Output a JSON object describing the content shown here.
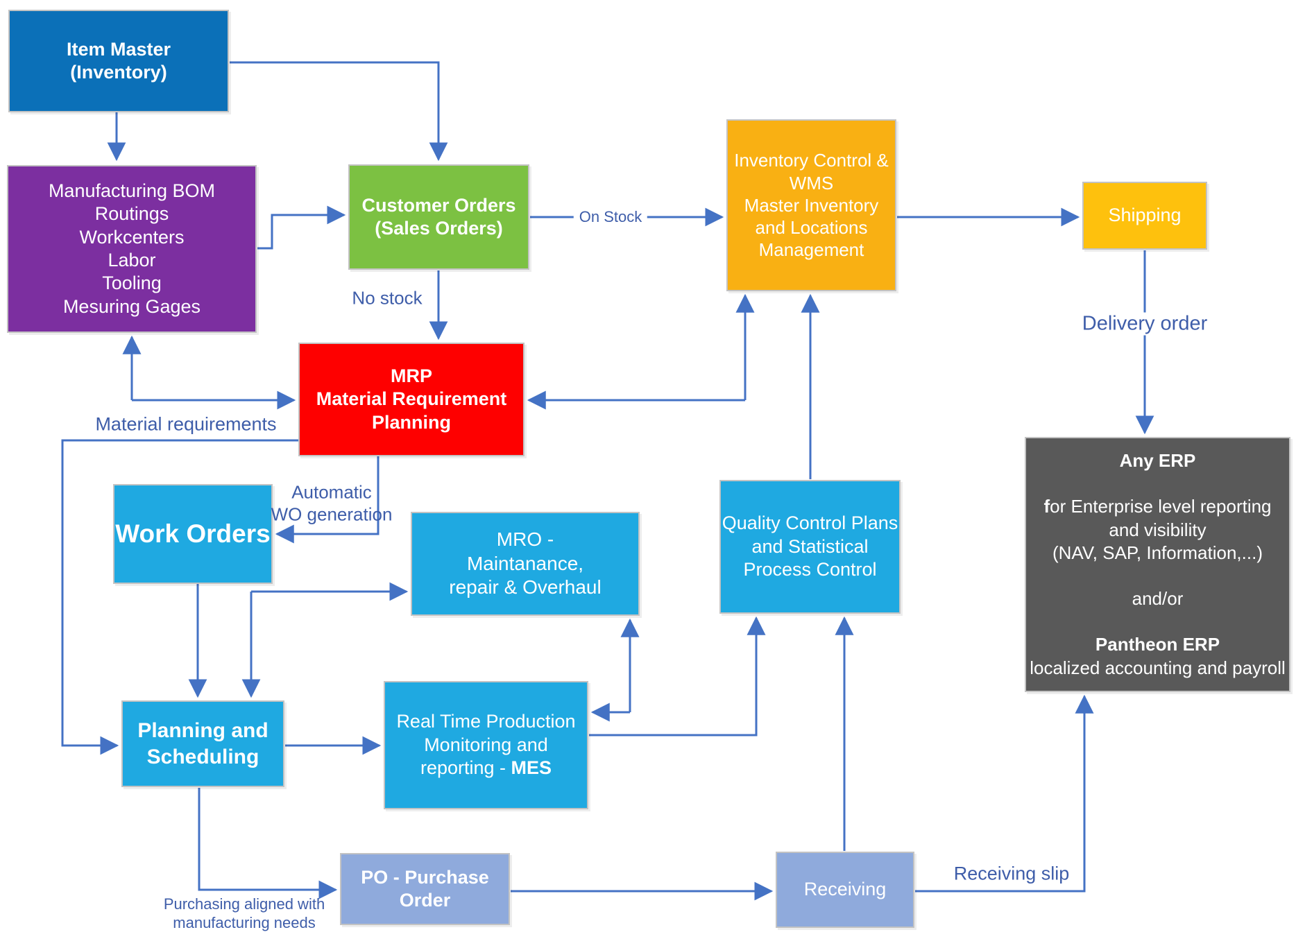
{
  "diagram": {
    "nodes": {
      "item_master": {
        "lines": [
          "Item Master",
          "(Inventory)"
        ]
      },
      "manufacturing_data": {
        "lines": [
          "Manufacturing BOM",
          "Routings",
          "Workcenters",
          "Labor",
          "Tooling",
          "Mesuring Gages"
        ]
      },
      "customer_orders": {
        "lines": [
          "Customer Orders",
          "(Sales Orders)"
        ]
      },
      "inventory_control": {
        "lines": [
          "Inventory Control &",
          "WMS",
          "Master Inventory",
          "and Locations",
          "Management"
        ]
      },
      "shipping": {
        "lines": [
          "Shipping"
        ]
      },
      "mrp": {
        "lines": [
          "MRP",
          "Material Requirement",
          "Planning"
        ]
      },
      "work_orders": {
        "lines": [
          "Work Orders"
        ]
      },
      "mro": {
        "lines": [
          "MRO -",
          "Maintanance,",
          "repair & Overhaul"
        ]
      },
      "quality_control": {
        "lines": [
          "Quality Control Plans",
          "and Statistical",
          "Process Control"
        ]
      },
      "any_erp": {
        "lines": [
          {
            "t": "Any ERP",
            "b": true
          },
          {
            "gap": true
          },
          {
            "seg": [
              {
                "t": "f",
                "b": true
              },
              {
                "t": "or Enterprise level reporting"
              }
            ]
          },
          {
            "t": "and visibility"
          },
          {
            "t": "(NAV, SAP, Information,...)"
          },
          {
            "gap": true
          },
          {
            "t": "and/or"
          },
          {
            "gap": true
          },
          {
            "t": "Pantheon ERP",
            "b": true
          },
          {
            "t": "localized accounting and payroll"
          }
        ]
      },
      "planning_scheduling": {
        "lines": [
          "Planning and",
          "Scheduling"
        ]
      },
      "mes": {
        "lines": [
          "Real Time Production",
          "Monitoring and",
          {
            "seg": [
              {
                "t": "reporting - "
              },
              {
                "t": "MES",
                "b": true
              }
            ]
          }
        ]
      },
      "purchase_order": {
        "lines": [
          "PO - Purchase",
          "Order"
        ]
      },
      "receiving": {
        "lines": [
          "Receiving"
        ]
      }
    },
    "edge_labels": {
      "on_stock": "On Stock",
      "no_stock": "No stock",
      "delivery_order": "Delivery order",
      "material_requirements": "Material requirements",
      "automatic_wo_line1": "Automatic",
      "automatic_wo_line2": "WO generation",
      "purchasing_line1": "Purchasing aligned with",
      "purchasing_line2": "manufacturing needs",
      "receiving_slip": "Receiving slip"
    },
    "colors": {
      "arrow": "#4472C4",
      "label_text": "#3E5DA9",
      "item_blue": "#0B70B8",
      "purple": "#7C2FA0",
      "green": "#7CC142",
      "amber": "#F9B013",
      "gold": "#FEC10D",
      "red": "#FE0000",
      "cyan": "#1FA9E1",
      "periwinkle": "#8FAADC",
      "dark_gray": "#595959"
    }
  }
}
